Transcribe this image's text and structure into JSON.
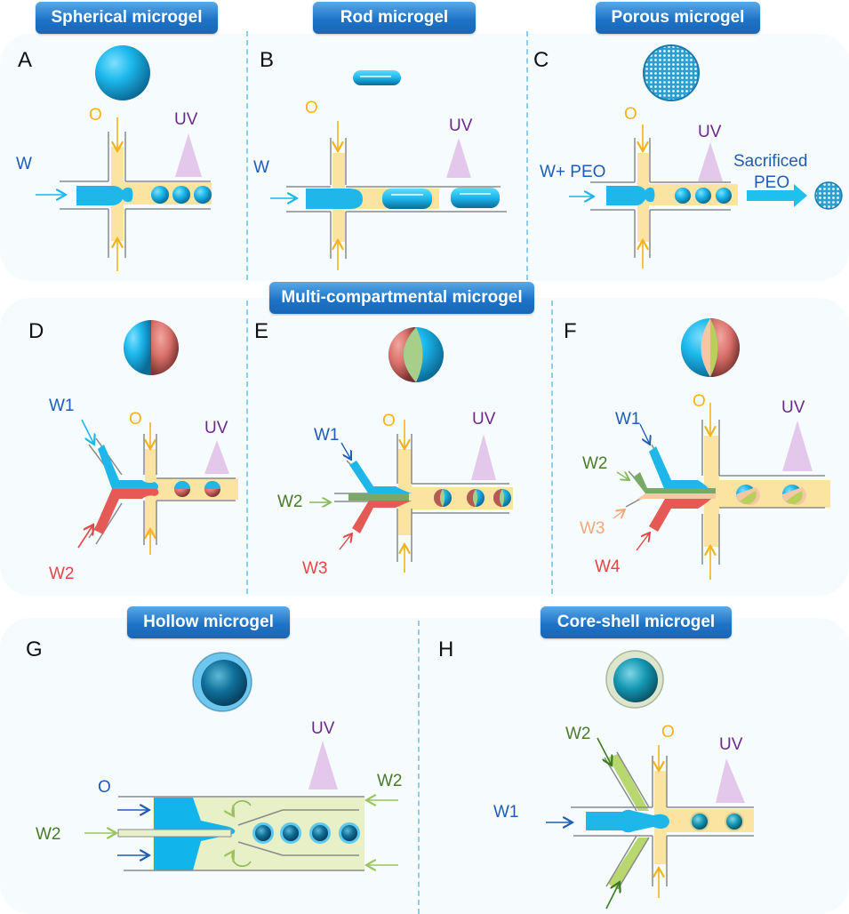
{
  "figure": {
    "panels": [
      {
        "letter": "A",
        "title": "Spherical microgel",
        "inputs": {
          "water": "W",
          "oil": "O",
          "uv": "UV"
        }
      },
      {
        "letter": "B",
        "title": "Rod microgel",
        "inputs": {
          "water": "W",
          "oil": "O",
          "uv": "UV"
        }
      },
      {
        "letter": "C",
        "title": "Porous microgel",
        "inputs": {
          "water": "W+ PEO",
          "oil": "O",
          "uv": "UV"
        },
        "step_line1": "Sacrificed",
        "step_line2": "PEO"
      },
      {
        "letter": "D",
        "inputs": {
          "w1": "W1",
          "w2": "W2",
          "oil": "O",
          "uv": "UV"
        }
      },
      {
        "letter": "E",
        "title": "Multi-compartmental microgel",
        "inputs": {
          "w1": "W1",
          "w2": "W2",
          "w3": "W3",
          "oil": "O",
          "uv": "UV"
        }
      },
      {
        "letter": "F",
        "inputs": {
          "w1": "W1",
          "w2": "W2",
          "w3": "W3",
          "w4": "W4",
          "oil": "O",
          "uv": "UV"
        }
      },
      {
        "letter": "G",
        "title": "Hollow microgel",
        "inputs": {
          "oil": "O",
          "w2_left": "W2",
          "w2_right": "W2",
          "uv": "UV"
        }
      },
      {
        "letter": "H",
        "title": "Core-shell microgel",
        "inputs": {
          "w1": "W1",
          "w2": "W2",
          "oil": "O",
          "uv": "UV"
        }
      }
    ]
  },
  "colors": {
    "badge": "#1e74c8",
    "water_blue": "#1fb6ea",
    "water_label": "#1f5cb8",
    "oil": "#fbe3a2",
    "oil_label": "#f5b21b",
    "uv": "#e3c8ec",
    "uv_label": "#6a2a8c",
    "red_phase": "#e65a55",
    "green_phase": "#8bbd6a",
    "green_label": "#4a7a2a",
    "peach_phase": "#f6c7a5",
    "peach_label": "#f3a779",
    "wall": "#8a8a8a",
    "divider": "#8fcdea"
  }
}
